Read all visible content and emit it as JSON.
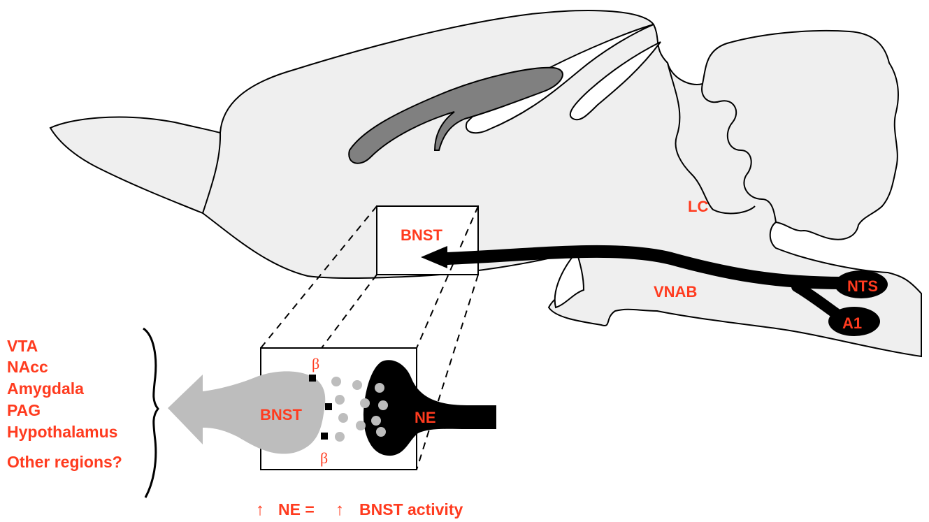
{
  "labels": {
    "lc": "LC",
    "bnst_brain": "BNST",
    "vnab": "VNAB",
    "nts": "NTS",
    "a1": "A1",
    "bnst_inset": "BNST",
    "ne_inset": "NE",
    "beta_top": "β",
    "beta_bottom": "β"
  },
  "targets": [
    "VTA",
    "NAcc",
    "Amygdala",
    "PAG",
    "Hypothalamus",
    "Other regions?"
  ],
  "equation": {
    "left_arrow": "↑",
    "left_text": "NE =",
    "right_arrow": "↑",
    "right_text": "BNST activity"
  },
  "colors": {
    "label": "#ff3b1f",
    "brain_fill": "#efefef",
    "hippocampus_fill": "#808080",
    "projection": "#000000",
    "bnst_neuron": "#bdbdbd"
  }
}
